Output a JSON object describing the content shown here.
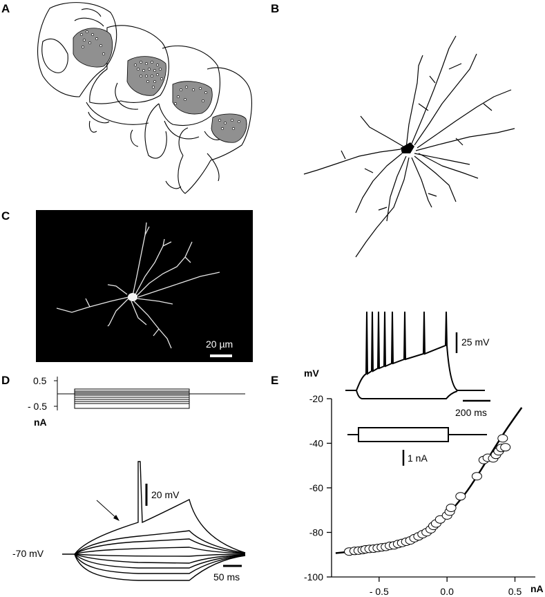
{
  "panels": {
    "a": {
      "label": "A"
    },
    "b": {
      "label": "B"
    },
    "c": {
      "label": "C",
      "scalebar": "20 µm"
    },
    "d": {
      "label": "D",
      "current_ticks": [
        "0.5",
        "- 0.5"
      ],
      "current_unit": "nA",
      "voltage_scalebar": "20 mV",
      "time_scalebar": "50 ms",
      "resting_label": "-70 mV"
    },
    "e": {
      "label": "E",
      "inset_voltage_scalebar": "25 mV",
      "inset_time_scalebar": "200 ms",
      "inset_current_scalebar": "1 nA"
    }
  },
  "chart_data": {
    "type": "scatter",
    "title": "",
    "xlabel": "nA",
    "ylabel": "mV",
    "xlim": [
      -0.85,
      0.65
    ],
    "ylim": [
      -100,
      -20
    ],
    "x_ticks": [
      "- 0.5",
      "0.0",
      "0.5"
    ],
    "x_tick_values": [
      -0.5,
      0.0,
      0.5
    ],
    "y_ticks": [
      "-20",
      "-40",
      "-60",
      "-80",
      "-100"
    ],
    "y_tick_values": [
      -20,
      -40,
      -60,
      -80,
      -100
    ],
    "grid": false,
    "series": [
      {
        "points": [
          [
            -0.72,
            -88.6
          ],
          [
            -0.68,
            -88.3
          ],
          [
            -0.65,
            -88.2
          ],
          [
            -0.62,
            -87.9
          ],
          [
            -0.6,
            -87.6
          ],
          [
            -0.57,
            -87.4
          ],
          [
            -0.54,
            -87.3
          ],
          [
            -0.51,
            -87.0
          ],
          [
            -0.48,
            -86.7
          ],
          [
            -0.45,
            -86.5
          ],
          [
            -0.42,
            -86.0
          ],
          [
            -0.39,
            -85.8
          ],
          [
            -0.36,
            -85.2
          ],
          [
            -0.33,
            -84.7
          ],
          [
            -0.3,
            -84.2
          ],
          [
            -0.27,
            -83.6
          ],
          [
            -0.24,
            -82.6
          ],
          [
            -0.21,
            -81.8
          ],
          [
            -0.18,
            -80.8
          ],
          [
            -0.15,
            -79.9
          ],
          [
            -0.12,
            -78.6
          ],
          [
            -0.1,
            -77.1
          ],
          [
            -0.08,
            -76.0
          ],
          [
            -0.05,
            -74.2
          ],
          [
            0.0,
            -72.4
          ],
          [
            0.02,
            -70.7
          ],
          [
            0.03,
            -69.0
          ],
          [
            0.1,
            -63.8
          ],
          [
            0.22,
            -54.8
          ],
          [
            0.27,
            -47.5
          ],
          [
            0.3,
            -46.5
          ],
          [
            0.34,
            -46.8
          ],
          [
            0.36,
            -45.2
          ],
          [
            0.38,
            -43.6
          ],
          [
            0.4,
            -42.1
          ],
          [
            0.43,
            -41.8
          ],
          [
            0.41,
            -37.8
          ]
        ]
      }
    ],
    "fit": [
      [
        -0.82,
        -89.3
      ],
      [
        -0.6,
        -88.0
      ],
      [
        -0.4,
        -86.0
      ],
      [
        -0.2,
        -81.5
      ],
      [
        -0.05,
        -75.5
      ],
      [
        0.05,
        -69.0
      ],
      [
        0.15,
        -61.5
      ],
      [
        0.25,
        -52.0
      ],
      [
        0.35,
        -42.0
      ],
      [
        0.45,
        -32.5
      ],
      [
        0.55,
        -24.0
      ]
    ]
  }
}
